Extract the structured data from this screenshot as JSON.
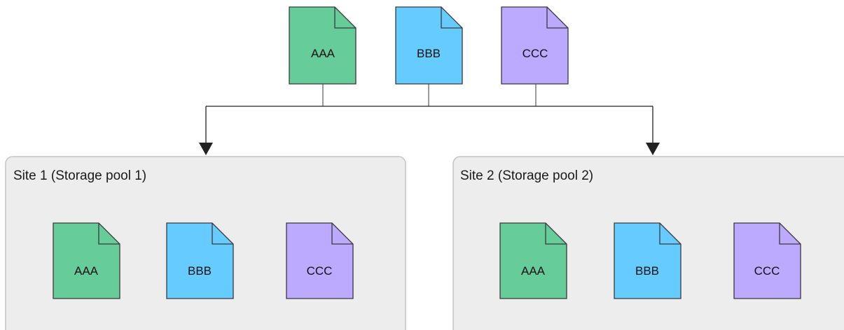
{
  "colors": {
    "aaa_fill": "#66cc99",
    "bbb_fill": "#66ccff",
    "ccc_fill": "#bbaaff",
    "pool_fill": "#ededed",
    "pool_border": "#c4c4c4"
  },
  "source_objects": [
    {
      "label": "AAA"
    },
    {
      "label": "BBB"
    },
    {
      "label": "CCC"
    }
  ],
  "sites": [
    {
      "title": "Site 1 (Storage pool 1)",
      "objects": [
        {
          "label": "AAA"
        },
        {
          "label": "BBB"
        },
        {
          "label": "CCC"
        }
      ]
    },
    {
      "title": "Site 2 (Storage pool 2)",
      "objects": [
        {
          "label": "AAA"
        },
        {
          "label": "BBB"
        },
        {
          "label": "CCC"
        }
      ]
    }
  ]
}
